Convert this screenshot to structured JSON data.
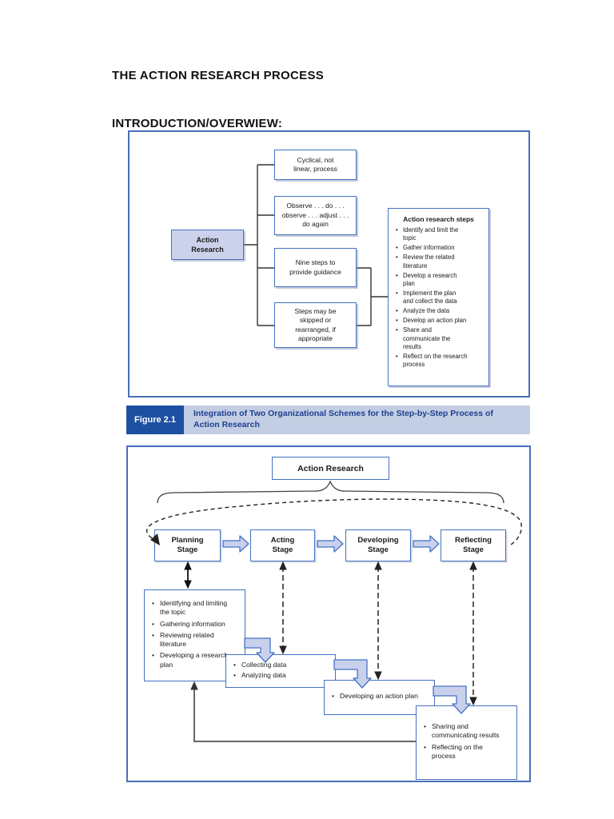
{
  "page": {
    "title": "THE ACTION RESEARCH PROCESS",
    "section_heading": "INTRODUCTION/OVERWIEW:"
  },
  "figure1": {
    "root": "Action Research",
    "branches": [
      "Cyclical, not linear, process",
      "Observe . . . do . . . observe . . . adjust . . . do again",
      "Nine steps to provide guidance",
      "Steps may be skipped or rearranged, if appropriate"
    ],
    "steps_box": {
      "title": "Action research steps",
      "items": [
        "Identify and limit the topic",
        "Gather information",
        "Review the related literature",
        "Develop a research plan",
        "Implement the plan and collect the data",
        "Analyze the data",
        "Develop an action plan",
        "Share and communicate the results",
        "Reflect on the research process"
      ]
    }
  },
  "figure_caption": {
    "label": "Figure 2.1",
    "text": "Integration of Two Organizational Schemes for the Step-by-Step Process of Action Research"
  },
  "figure2": {
    "title": "Action Research",
    "stages": [
      "Planning Stage",
      "Acting Stage",
      "Developing Stage",
      "Reflecting Stage"
    ],
    "details": {
      "planning": [
        "Identifying and limiting the topic",
        "Gathering information",
        "Reviewing related literature",
        "Developing a research plan"
      ],
      "acting": [
        "Collecting data",
        "Analyzing data"
      ],
      "developing": [
        "Developing an action plan"
      ],
      "reflecting": [
        "Sharing and communicating results",
        "Reflecting on the process"
      ]
    }
  },
  "colors": {
    "frame_border": "#4a6fb8",
    "box_border": "#4472c4",
    "root_box_fill": "#ccd2ec",
    "block_arrow_fill": "#c9d0ec",
    "caption_label_bg": "#1d4fa1",
    "caption_band_bg": "#c3cee4",
    "caption_text": "#1e3f8f"
  }
}
